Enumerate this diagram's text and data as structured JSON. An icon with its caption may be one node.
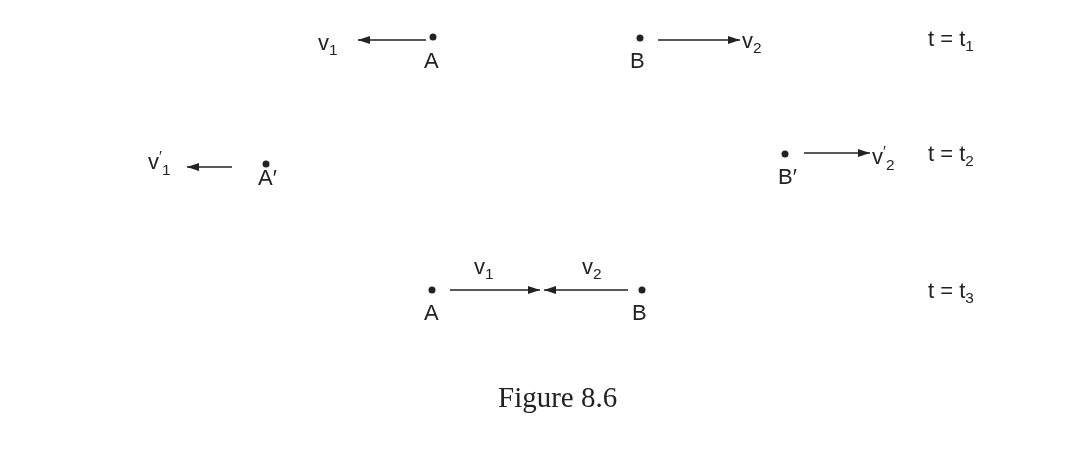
{
  "diagram": {
    "caption": "Figure 8.6",
    "labels": [
      "v$_{1}$",
      "A",
      "B",
      "v$_{2}$",
      "t = t$_{1}$",
      "v$^{′}$$_{1}$",
      "A′",
      "B′",
      "v$^{′}$$_{2}$",
      "t = t$_{2}$",
      "v$_{1}$",
      "v$_{2}$",
      "A",
      "B",
      "t = t$_{3}$"
    ]
  }
}
